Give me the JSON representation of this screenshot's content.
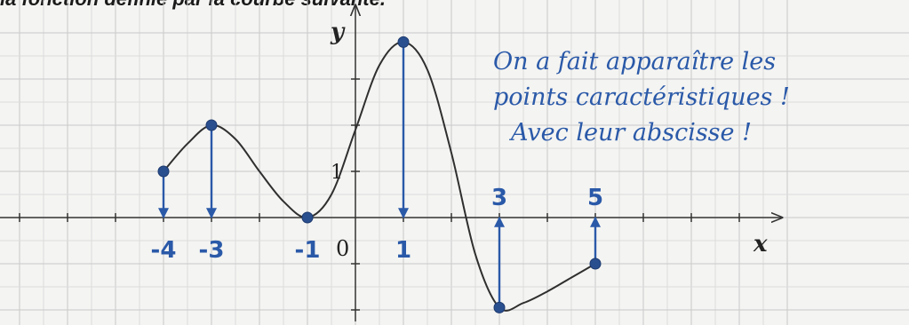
{
  "title": "la fonction définie par la courbe suivante.",
  "annotation": {
    "lines": [
      "On a fait apparaître les",
      "points caractéristiques !",
      "Avec leur abscisse !"
    ]
  },
  "colors": {
    "ink": "#2a59a8",
    "curve": "#2f2f2f",
    "axis": "#333333",
    "grid": "#cfcfcf"
  },
  "chart_data": {
    "type": "line",
    "xlabel": "x",
    "ylabel": "y",
    "xlim": [
      -7.5,
      8.5
    ],
    "ylim": [
      -2.1,
      4.0
    ],
    "grid": true,
    "tick_labels": {
      "origin": "0",
      "y_unit": "1"
    },
    "points": [
      {
        "x": -4,
        "y": 1
      },
      {
        "x": -3,
        "y": 2
      },
      {
        "x": -1,
        "y": 0
      },
      {
        "x": 1,
        "y": 3.8
      },
      {
        "x": 3,
        "y": -1.95
      },
      {
        "x": 5,
        "y": -1
      }
    ],
    "curve": [
      {
        "x": -4,
        "y": 1
      },
      {
        "x": -3.5,
        "y": 1.6
      },
      {
        "x": -3,
        "y": 2
      },
      {
        "x": -2.5,
        "y": 1.7
      },
      {
        "x": -2,
        "y": 1
      },
      {
        "x": -1.5,
        "y": 0.35
      },
      {
        "x": -1,
        "y": 0
      },
      {
        "x": -0.5,
        "y": 0.5
      },
      {
        "x": 0,
        "y": 1.9
      },
      {
        "x": 0.5,
        "y": 3.3
      },
      {
        "x": 1,
        "y": 3.8
      },
      {
        "x": 1.5,
        "y": 3.2
      },
      {
        "x": 2,
        "y": 1.4
      },
      {
        "x": 2.5,
        "y": -0.8
      },
      {
        "x": 3,
        "y": -1.95
      },
      {
        "x": 3.5,
        "y": -1.85
      },
      {
        "x": 4,
        "y": -1.6
      },
      {
        "x": 4.5,
        "y": -1.3
      },
      {
        "x": 5,
        "y": -1
      }
    ],
    "abscissa_marks": [
      {
        "label": "-4",
        "x": -4,
        "from_y": 1,
        "to_y": 0
      },
      {
        "label": "-3",
        "x": -3,
        "from_y": 2,
        "to_y": 0
      },
      {
        "label": "-1",
        "x": -1,
        "from_y": 0,
        "to_y": 0
      },
      {
        "label": "1",
        "x": 1,
        "from_y": 3.8,
        "to_y": 0
      },
      {
        "label": "3",
        "x": 3,
        "from_y": -1.95,
        "to_y": 0
      },
      {
        "label": "5",
        "x": 5,
        "from_y": -1,
        "to_y": 0
      }
    ]
  }
}
